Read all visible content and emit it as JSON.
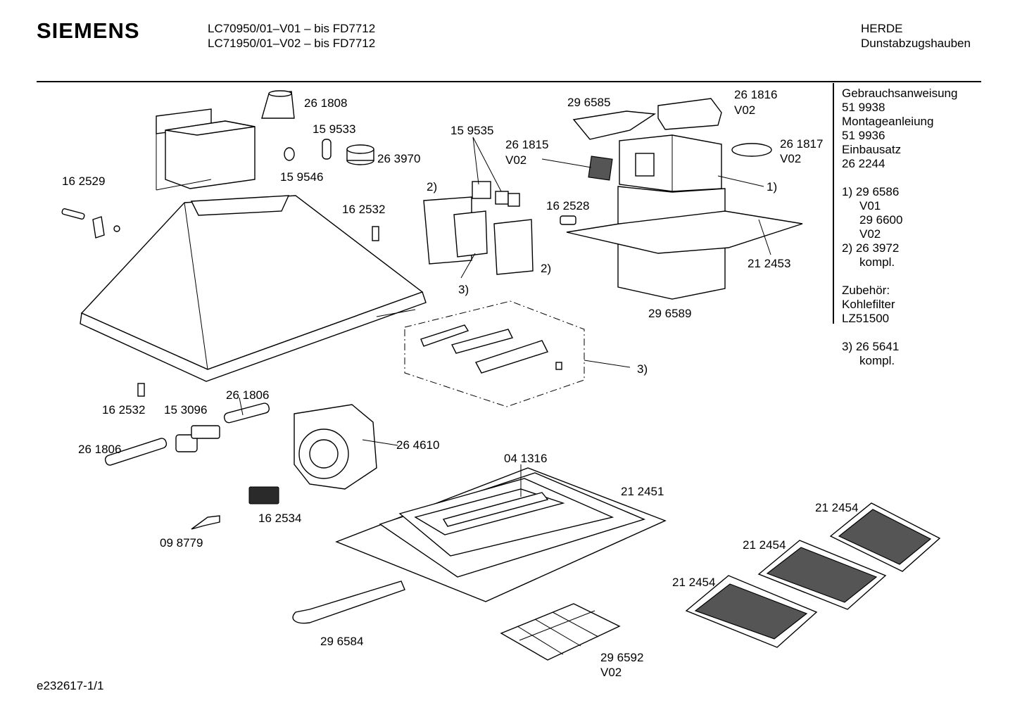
{
  "header": {
    "brand": "SIEMENS",
    "model_line_1": "LC70950/01–V01 – bis FD7712",
    "model_line_2": "LC71950/01–V02 – bis FD7712",
    "category_line_1": "HERDE",
    "category_line_2": "Dunstabzugshauben"
  },
  "sidebar": {
    "lines": [
      "Gebrauchsanweisung",
      "51 9938",
      "Montageanleiung",
      "51 9936",
      "Einbausatz",
      "26 2244"
    ],
    "note1": [
      "1) 29 6586",
      "V01",
      "29 6600",
      "V02"
    ],
    "note2": [
      "2) 26 3972",
      "kompl."
    ],
    "accessory": [
      "Zubehör:",
      "Kohlefilter",
      "LZ51500"
    ],
    "note3": [
      "3) 26 5641",
      "kompl."
    ]
  },
  "footer": {
    "drawing_id": "e232617-1/1"
  },
  "labels": {
    "p261808": "26 1808",
    "p159533": "15 9533",
    "p263970": "26 3970",
    "p159546": "15 9546",
    "p162529": "16 2529",
    "p162532a": "16 2532",
    "p159535": "15 9535",
    "p261815": "26 1815",
    "p261815v": "V02",
    "p296585": "29 6585",
    "p261816": "26 1816",
    "p261816v": "V02",
    "p261817": "26 1817",
    "p261817v": "V02",
    "n1": "1)",
    "n2a": "2)",
    "n2b": "2)",
    "n3a": "3)",
    "n3b": "3)",
    "p162528": "16 2528",
    "p212453": "21 2453",
    "p296589": "29 6589",
    "p162532b": "16 2532",
    "p153096": "15 3096",
    "p261806a": "26 1806",
    "p261806b": "26 1806",
    "p264610": "26 4610",
    "p041316": "04 1316",
    "p212451": "21 2451",
    "p162534": "16 2534",
    "p098779": "09 8779",
    "p296584": "29 6584",
    "p296592": "29 6592",
    "p296592v": "V02",
    "p212454a": "21 2454",
    "p212454b": "21 2454",
    "p212454c": "21 2454"
  }
}
